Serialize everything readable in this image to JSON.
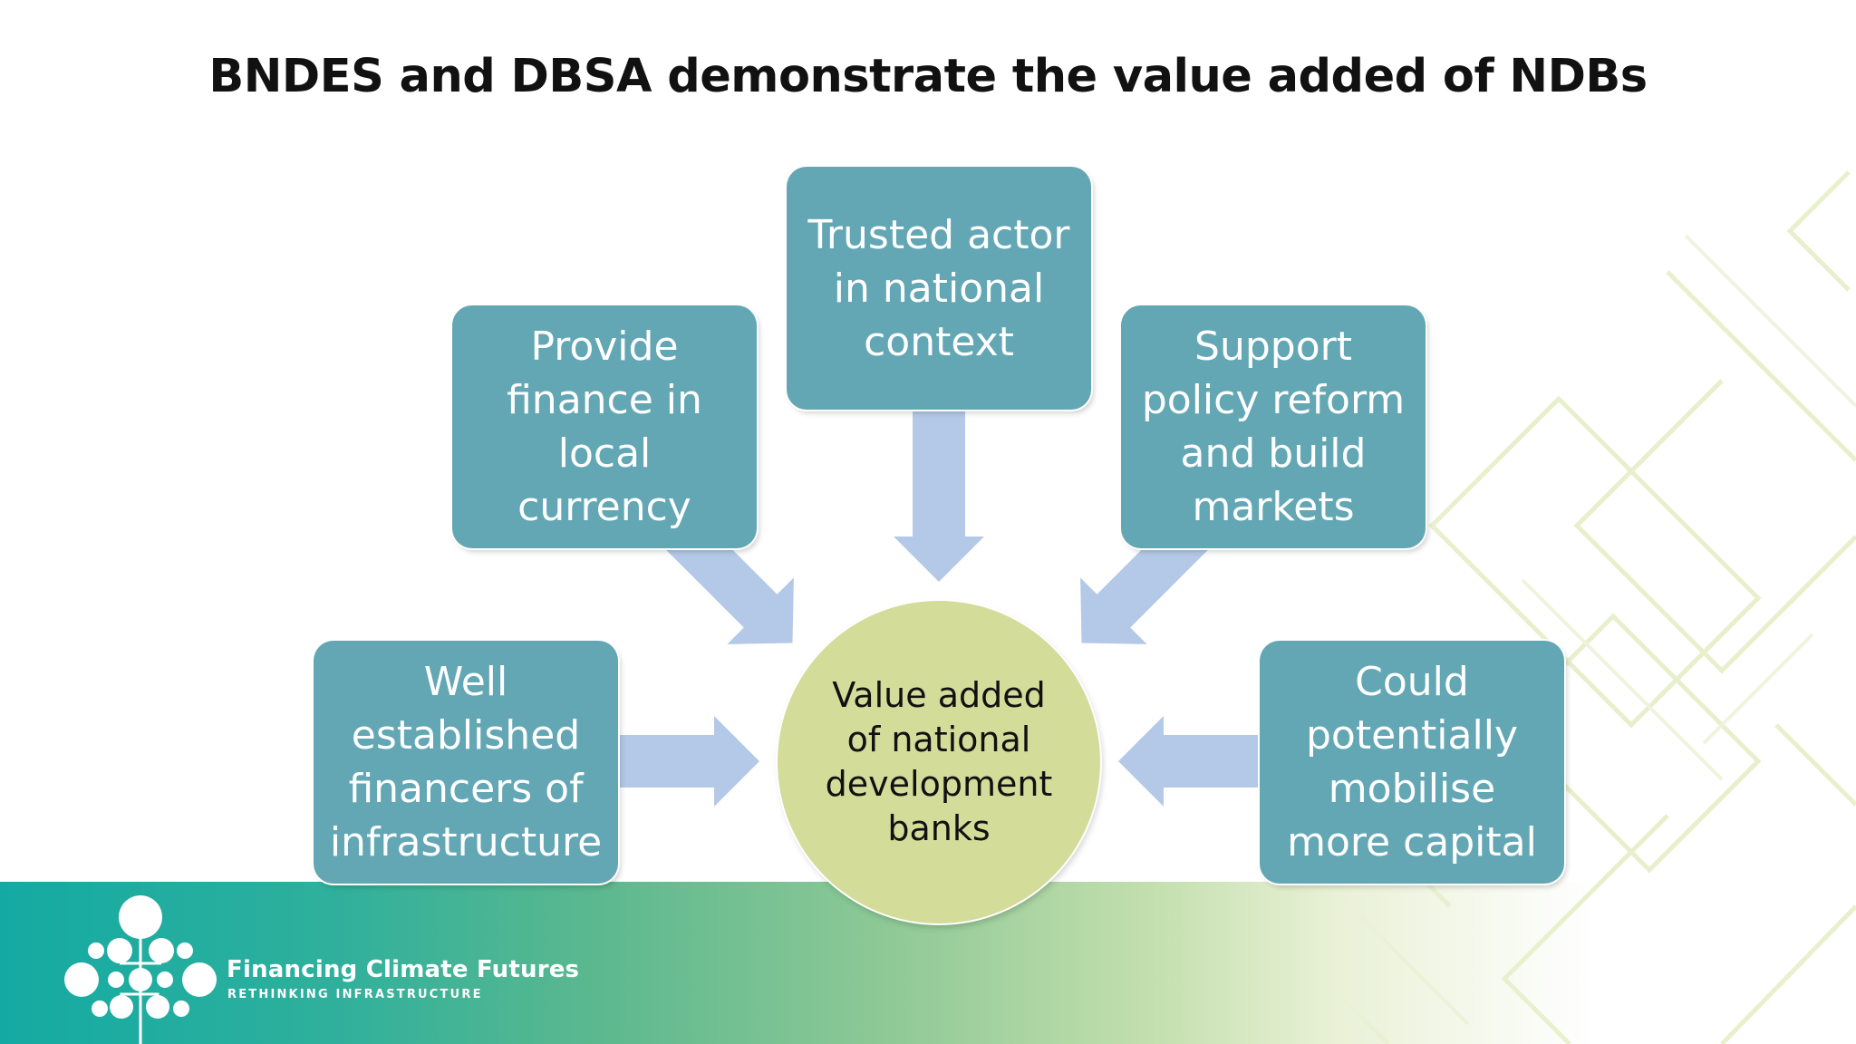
{
  "title": "BNDES and DBSA demonstrate the value added of NDBs",
  "diagram": {
    "center": {
      "label": "Value added\nof national\ndevelopment\nbanks"
    },
    "nodes": [
      {
        "label": "Well\nestablished\nfinancers of\ninfrastructure"
      },
      {
        "label": "Provide\nfinance in\nlocal currency"
      },
      {
        "label": "Trusted actor\nin national\ncontext"
      },
      {
        "label": "Support\npolicy reform\nand build\nmarkets"
      },
      {
        "label": "Could\npotentially\nmobilise\nmore capital"
      }
    ]
  },
  "brand": {
    "name": "Financing Climate Futures",
    "tagline": "RETHINKING INFRASTRUCTURE"
  },
  "colors": {
    "box": "#63a7b5",
    "center": "#d3dc99",
    "arrow": "#b4c9e7",
    "band_start": "#14aaa3"
  },
  "icons": [
    "tree-logo-icon"
  ]
}
